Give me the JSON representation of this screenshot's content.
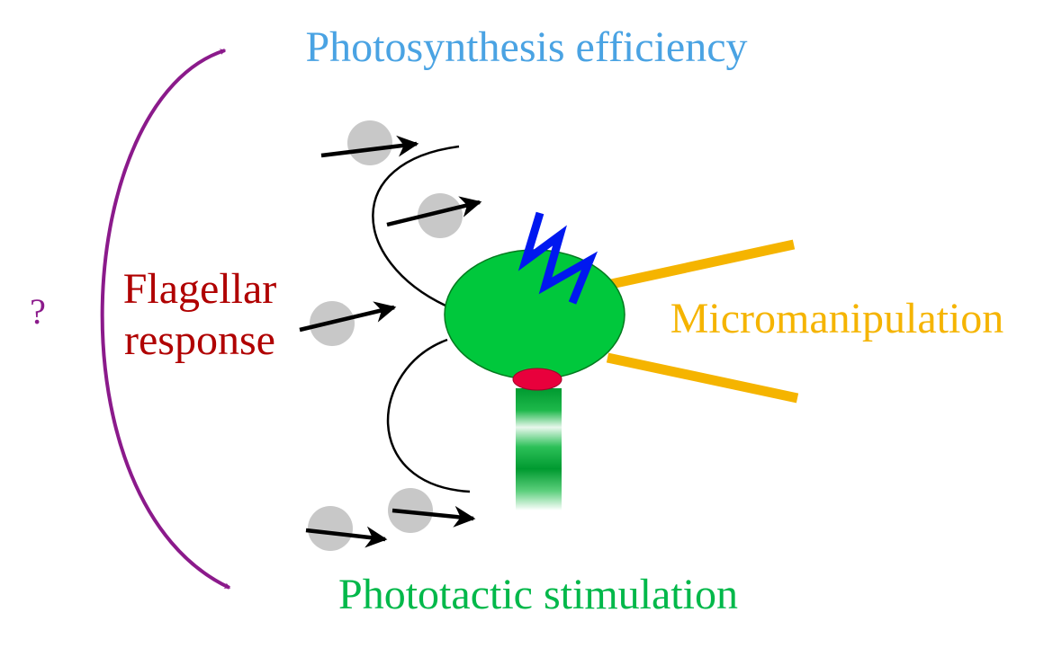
{
  "labels": {
    "photosynthesis": "Photosynthesis efficiency",
    "flagellar_line1": "Flagellar",
    "flagellar_line2": "response",
    "micromanipulation": "Micromanipulation",
    "phototactic": "Phototactic stimulation",
    "question": "?"
  },
  "colors": {
    "photosynthesis": "#4aa3e3",
    "flagellar": "#b00000",
    "micromanipulation": "#f5b400",
    "phototactic": "#00b84a",
    "question": "#8b1a8b",
    "cell_body": "#00c83c",
    "eyespot": "#e8003c",
    "light_zigzag": "#0018f0",
    "particle": "#c8c8c8",
    "arrow": "#000000",
    "feedback_arrow": "#8b1a8b"
  }
}
